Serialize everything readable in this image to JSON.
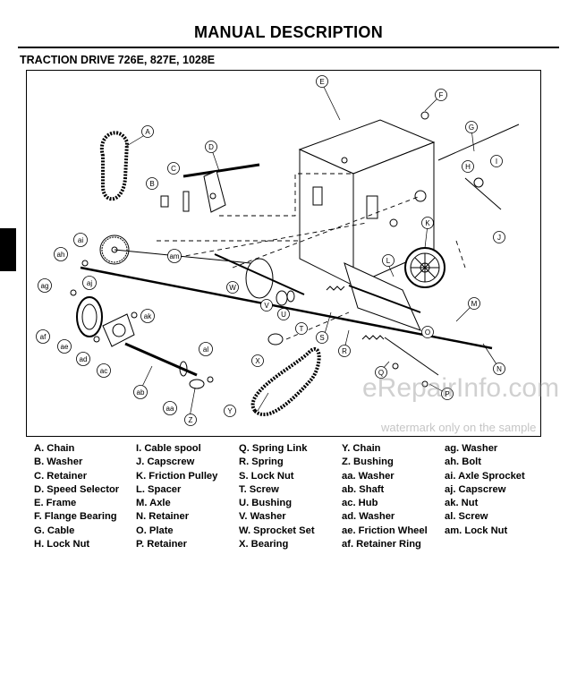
{
  "page": {
    "title": "MANUAL DESCRIPTION",
    "subtitle": "TRACTION DRIVE 726E, 827E, 1028E"
  },
  "watermark": {
    "site": "eRepairInfo.com",
    "note": "watermark only on the sample"
  },
  "diagram": {
    "callouts": [
      "A",
      "B",
      "C",
      "D",
      "E",
      "F",
      "G",
      "H",
      "I",
      "J",
      "K",
      "L",
      "M",
      "N",
      "O",
      "P",
      "Q",
      "R",
      "S",
      "T",
      "U",
      "V",
      "W",
      "X",
      "Y",
      "Z",
      "aa",
      "ab",
      "ac",
      "ad",
      "ae",
      "af",
      "ag",
      "ah",
      "ai",
      "aj",
      "ak",
      "al",
      "am"
    ]
  },
  "legend": {
    "col1": [
      "A. Chain",
      "B. Washer",
      "C. Retainer",
      "D. Speed Selector",
      "E. Frame",
      "F. Flange Bearing",
      "G. Cable",
      "H. Lock Nut"
    ],
    "col2": [
      "I. Cable spool",
      "J. Capscrew",
      "K. Friction Pulley",
      "L. Spacer",
      "M. Axle",
      "N. Retainer",
      "O. Plate",
      "P. Retainer"
    ],
    "col3": [
      "Q. Spring Link",
      "R. Spring",
      "S. Lock Nut",
      "T. Screw",
      "U. Bushing",
      "V. Washer",
      "W. Sprocket Set",
      "X. Bearing"
    ],
    "col4": [
      "Y. Chain",
      "Z. Bushing",
      "aa. Washer",
      "ab. Shaft",
      "ac. Hub",
      "ad. Washer",
      "ae. Friction Wheel",
      "af. Retainer Ring"
    ],
    "col5": [
      "ag. Washer",
      "ah. Bolt",
      "ai. Axle Sprocket",
      "aj. Capscrew",
      "ak. Nut",
      "al. Screw",
      "am. Lock Nut"
    ]
  }
}
